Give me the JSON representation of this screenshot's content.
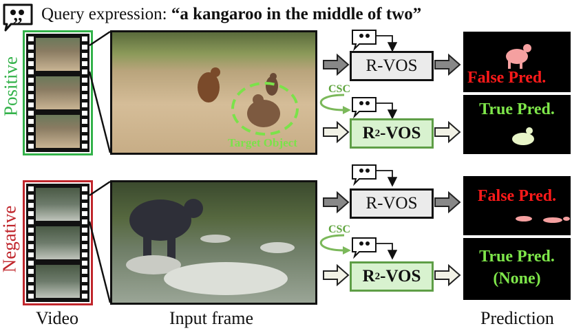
{
  "header": {
    "prefix": "Query expression: ",
    "query": "“a kangaroo in the middle of two”"
  },
  "rows": {
    "positive": {
      "label": "Positive"
    },
    "negative": {
      "label": "Negative"
    }
  },
  "models": {
    "r_vos": "R-VOS",
    "r2_vos_prefix": "R",
    "r2_vos_sup": "2",
    "r2_vos_suffix": "-VOS"
  },
  "csc": "CSC",
  "target_label": "Target Object",
  "predictions": {
    "pos_false": "False Pred.",
    "pos_true": "True Pred.",
    "neg_false": "False Pred.",
    "neg_true_line1": "True Pred.",
    "neg_true_line2": "(None)"
  },
  "columns": {
    "video": "Video",
    "input": "Input frame",
    "prediction": "Prediction"
  },
  "colors": {
    "positive": "#33b24a",
    "negative": "#c0262c",
    "false_pred": "#ff1a1a",
    "true_pred": "#7ee64a",
    "csc": "#5fa43e"
  },
  "icons": [
    "quote-icon",
    "arrow-right-icon",
    "csc-curve-arrow-icon"
  ]
}
